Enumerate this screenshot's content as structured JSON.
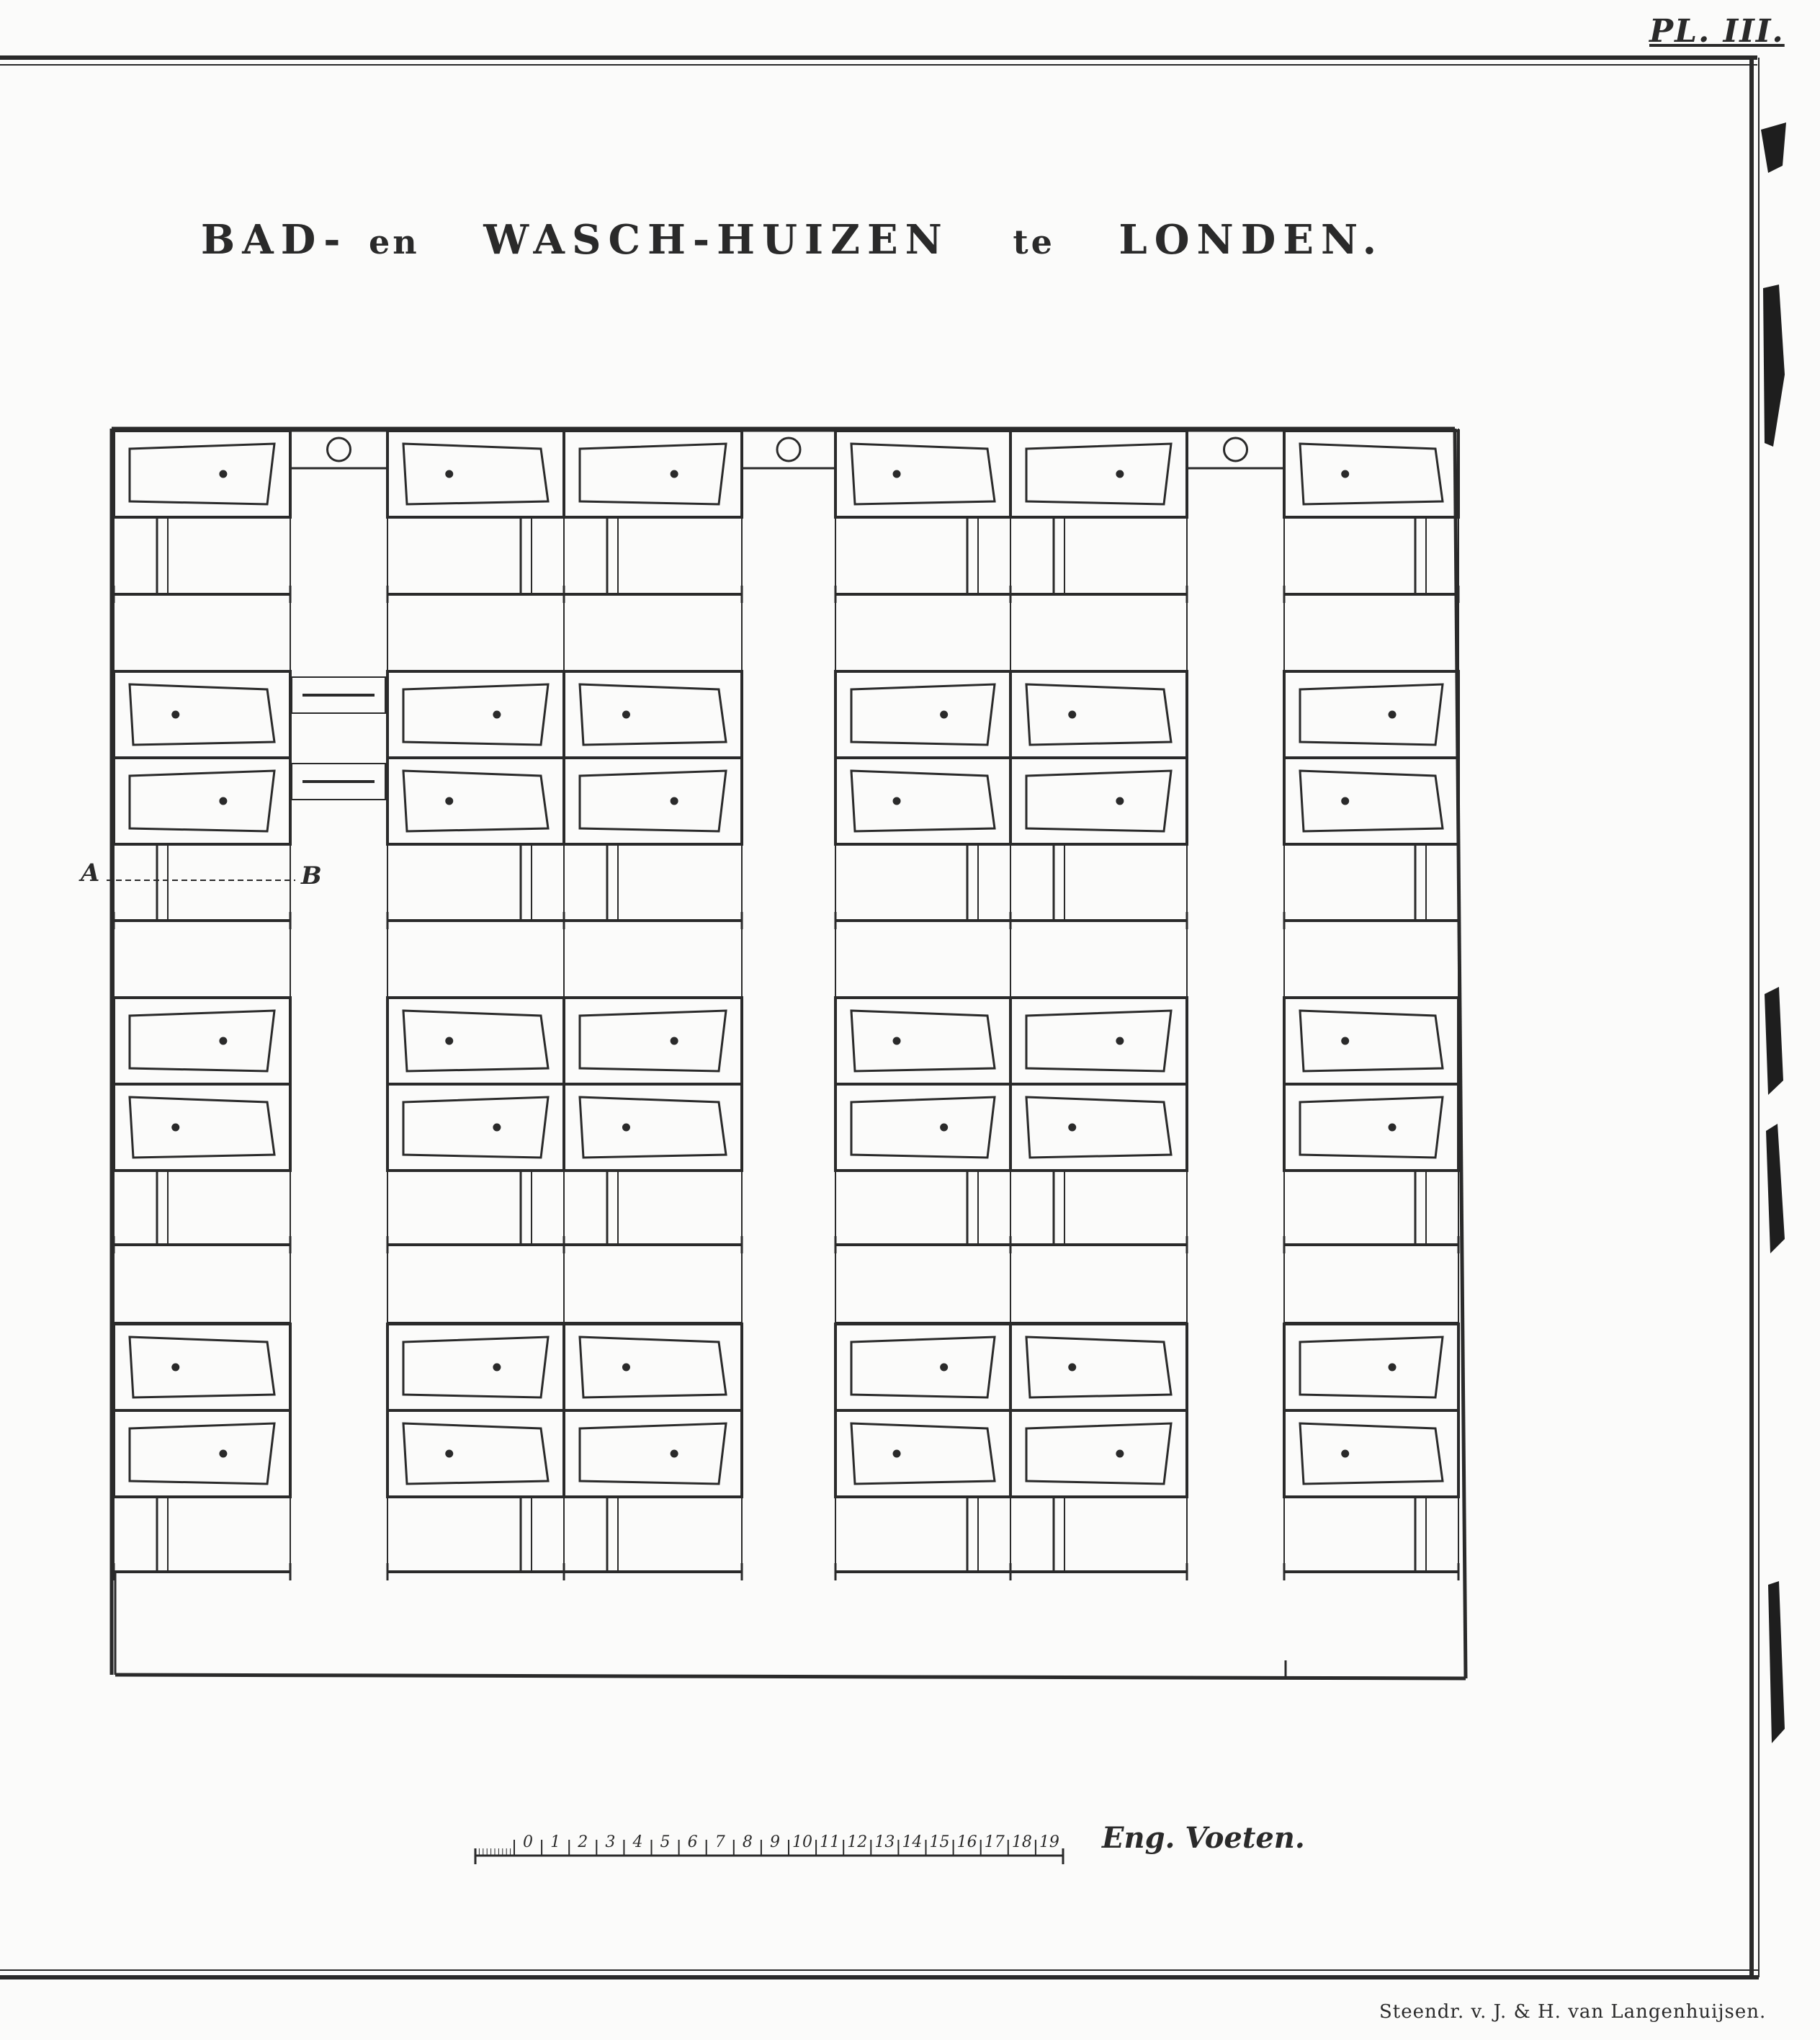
{
  "plate": "PL. III.",
  "title": {
    "part1": "BAD-",
    "part2": "en",
    "part3": "WASCH-HUIZEN",
    "part4": "te",
    "part5": "LONDEN."
  },
  "section_labels": {
    "a": "A",
    "b": "B"
  },
  "scale": {
    "ticks": [
      "0",
      "1",
      "2",
      "3",
      "4",
      "5",
      "6",
      "7",
      "8",
      "9",
      "10",
      "11",
      "12",
      "13",
      "14",
      "15",
      "16",
      "17",
      "18",
      "19"
    ],
    "unit": "Eng. Voeten."
  },
  "printer": "Steendr. v. J. & H. van Langenhuijsen.",
  "plan": {
    "columns": 6,
    "bath_rows": [
      {
        "group": 0,
        "baths_per_column": 1
      },
      {
        "group": 1,
        "baths_per_column": 2
      },
      {
        "group": 2,
        "baths_per_column": 2
      },
      {
        "group": 3,
        "baths_per_column": 2
      }
    ],
    "boilers": 3
  },
  "colors": {
    "ink": "#2a2a2a",
    "paper": "#fbfbfa"
  }
}
